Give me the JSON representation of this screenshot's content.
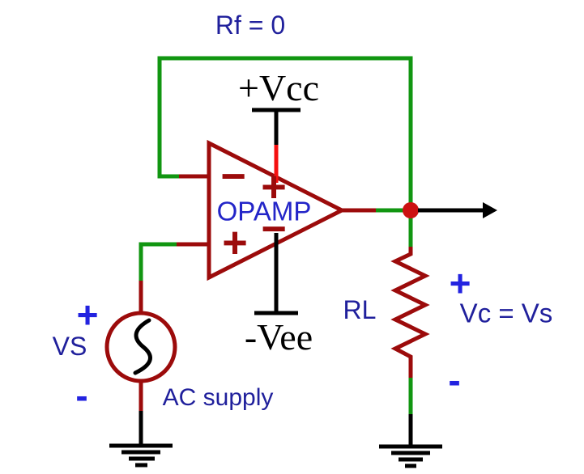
{
  "circuit": {
    "feedback_label": "Rf = 0",
    "supply_positive": "+Vcc",
    "supply_negative": "-Vee",
    "opamp": {
      "name": "OPAMP",
      "inverting_input_mark": "−",
      "noninverting_input_mark": "+",
      "power_plus_mark": "+",
      "power_minus_mark": "−"
    },
    "source": {
      "plus_mark": "+",
      "name": "VS",
      "minus_mark": "-",
      "caption": "AC supply"
    },
    "load": {
      "name": "RL"
    },
    "output": {
      "plus_mark": "+",
      "label": "Vc = Vs",
      "minus_mark": "-"
    }
  },
  "colors": {
    "background": "#FFFFFF",
    "wire_green": "#119611",
    "wire_dark_red": "#9C0B0B",
    "power_red": "#F50F0F",
    "node_red": "#CC1111",
    "wire_black": "#000000",
    "label_navy": "#20209C",
    "label_blue": "#2323E0",
    "opamp_blue": "#2325C8",
    "text_black": "#000000"
  }
}
